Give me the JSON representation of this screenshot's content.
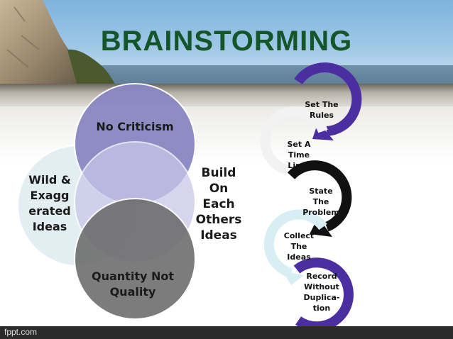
{
  "slide": {
    "title": "BRAINSTORMING",
    "footer_brand": "fppt.com"
  },
  "venn": {
    "top": "No Criticism",
    "left": [
      "Wild &",
      "Exagg",
      "erated",
      "Ideas"
    ],
    "right": [
      "Build",
      "On",
      "Each",
      "Others",
      "Ideas"
    ],
    "bottom": [
      "Quantity Not",
      "Quality"
    ]
  },
  "cycle": {
    "steps": [
      [
        "Set The",
        "Rules"
      ],
      [
        "Set A",
        "Time",
        "Limit"
      ],
      [
        "State",
        "The",
        "Problem"
      ],
      [
        "Collect",
        "The",
        "Ideas"
      ],
      [
        "Record",
        "Without",
        "Duplica-",
        "tion"
      ]
    ]
  },
  "colors": {
    "title": "#15552a",
    "circle_top": "#8a87c2",
    "circle_right": "#c7c5e6",
    "circle_left": "#e3eef2",
    "circle_bottom": "#6e6e6e",
    "arrow_purple": "#4b2fa0",
    "arrow_black": "#111111",
    "arrow_light": "#d7eef3"
  }
}
